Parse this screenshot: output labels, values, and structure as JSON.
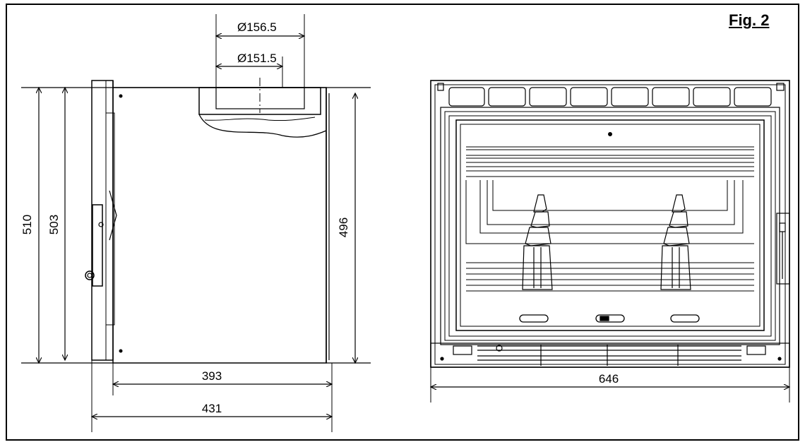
{
  "figure": {
    "label": "Fig. 2"
  },
  "side_view": {
    "flue_outer_diameter": "Ø156.5",
    "flue_inner_diameter": "Ø151.5",
    "height_overall": "510",
    "height_body": "503",
    "height_rear": "496",
    "depth_body": "393",
    "depth_overall": "431"
  },
  "front_view": {
    "width_overall": "646"
  }
}
